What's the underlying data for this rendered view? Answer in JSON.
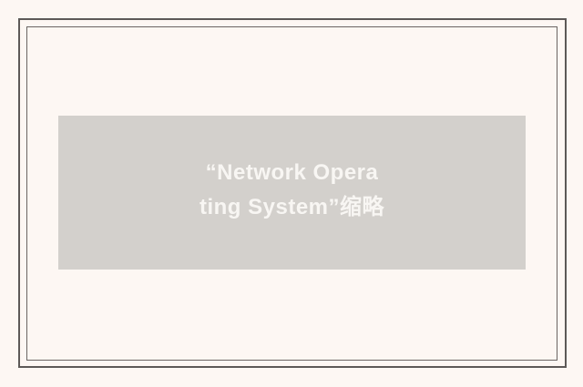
{
  "page": {
    "background_color": "#fdf7f3",
    "frame_border_color": "#5d5957"
  },
  "image_placeholder": {
    "background_color": "#d3d0cc",
    "text_color": "#f8f6f3",
    "alt_text_full": "“Network Operating System”缩略",
    "alt_lines": [
      "“Network Opera",
      "ting System”缩略"
    ]
  }
}
